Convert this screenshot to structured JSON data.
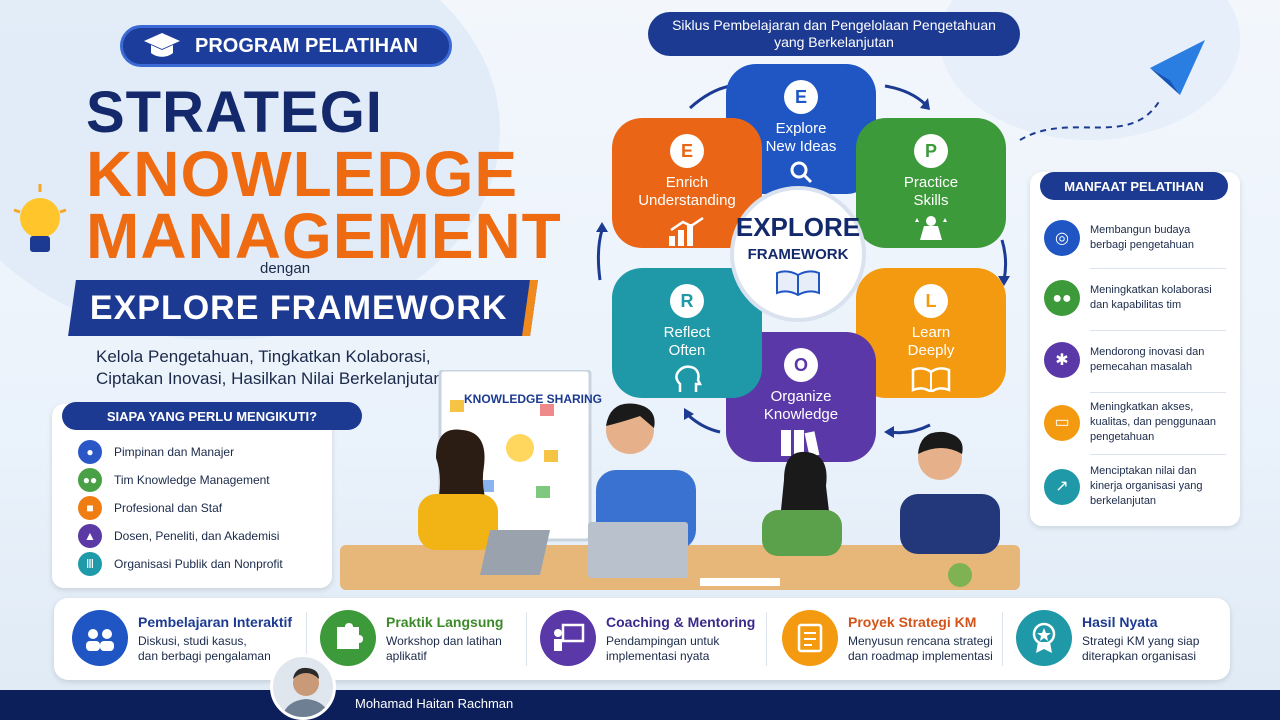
{
  "header": {
    "program_label": "PROGRAM PELATIHAN",
    "title_line1": "STRATEGI",
    "title_line2": "KNOWLEDGE",
    "title_line3": "MANAGEMENT",
    "connector": "dengan",
    "banner": "EXPLORE FRAMEWORK",
    "subtitle_line1": "Kelola Pengetahuan, Tingkatkan Kolaborasi,",
    "subtitle_line2": "Ciptakan Inovasi, Hasilkan Nilai Berkelanjutan"
  },
  "audience": {
    "heading": "SIAPA YANG PERLU MENGIKUTI?",
    "items": [
      {
        "label": "Pimpinan dan Manajer",
        "icon": "person-icon",
        "color": "#2a56c6"
      },
      {
        "label": "Tim Knowledge Management",
        "icon": "team-icon",
        "color": "#4aa046"
      },
      {
        "label": "Profesional dan Staf",
        "icon": "briefcase-icon",
        "color": "#ef7d12"
      },
      {
        "label": "Dosen, Peneliti, dan Akademisi",
        "icon": "graduation-icon",
        "color": "#5b3aa6"
      },
      {
        "label": "Organisasi Publik dan Nonprofit",
        "icon": "building-icon",
        "color": "#1f9aa8"
      }
    ]
  },
  "cycle": {
    "title_line1": "Siklus Pembelajaran dan Pengelolaan Pengetahuan",
    "title_line2": "yang Berkelanjutan",
    "center_title": "EXPLORE",
    "center_sub": "FRAMEWORK",
    "stages": [
      {
        "letter": "E",
        "line1": "Explore",
        "line2": "New Ideas",
        "color": "#1f56c4",
        "icon": "search-icon"
      },
      {
        "letter": "P",
        "line1": "Practice",
        "line2": "Skills",
        "color": "#3d9a3a",
        "icon": "achievement-icon"
      },
      {
        "letter": "L",
        "line1": "Learn",
        "line2": "Deeply",
        "color": "#f39a10",
        "icon": "book-icon"
      },
      {
        "letter": "O",
        "line1": "Organize",
        "line2": "Knowledge",
        "color": "#5a38a8",
        "icon": "binders-icon"
      },
      {
        "letter": "R",
        "line1": "Reflect",
        "line2": "Often",
        "color": "#1f98a8",
        "icon": "mind-icon"
      },
      {
        "letter": "E",
        "line1": "Enrich",
        "line2": "Understanding",
        "color": "#ea6616",
        "icon": "growth-chart-icon"
      }
    ]
  },
  "scene": {
    "board_title": "KNOWLEDGE SHARING"
  },
  "benefits": {
    "heading": "MANFAAT PELATIHAN",
    "items": [
      {
        "line1": "Membangun budaya",
        "line2": "berbagi pengetahuan",
        "line3": "",
        "color": "#1f56c4",
        "icon": "target-icon"
      },
      {
        "line1": "Meningkatkan kolaborasi",
        "line2": "dan kapabilitas tim",
        "line3": "",
        "color": "#3d9a3a",
        "icon": "team-icon"
      },
      {
        "line1": "Mendorong inovasi dan",
        "line2": "pemecahan masalah",
        "line3": "",
        "color": "#5a38a8",
        "icon": "lightbulb-icon"
      },
      {
        "line1": "Meningkatkan akses,",
        "line2": "kualitas, dan penggunaan",
        "line3": "pengetahuan",
        "color": "#f39a10",
        "icon": "monitor-icon"
      },
      {
        "line1": "Menciptakan nilai dan",
        "line2": "kinerja organisasi yang",
        "line3": "berkelanjutan",
        "color": "#1f98a8",
        "icon": "growth-chart-icon"
      }
    ]
  },
  "features": [
    {
      "title": "Pembelajaran Interaktif",
      "line1": "Diskusi, studi kasus,",
      "line2": "dan berbagi pengalaman",
      "color": "#1f56c4",
      "title_color": "#1c3a91",
      "icon": "discussion-icon"
    },
    {
      "title": "Praktik Langsung",
      "line1": "Workshop dan latihan",
      "line2": "aplikatif",
      "color": "#3d9a3a",
      "title_color": "#3d8a2a",
      "icon": "puzzle-icon"
    },
    {
      "title": "Coaching & Mentoring",
      "line1": "Pendampingan untuk",
      "line2": "implementasi nyata",
      "color": "#5a38a8",
      "title_color": "#3b2a8a",
      "icon": "presentation-icon"
    },
    {
      "title": "Proyek Strategi KM",
      "line1": "Menyusun rencana strategi",
      "line2": "dan roadmap implementasi",
      "color": "#f39a10",
      "title_color": "#d2541a",
      "icon": "checklist-icon"
    },
    {
      "title": "Hasil Nyata",
      "line1": "Strategi KM yang siap",
      "line2": "diterapkan organisasi",
      "color": "#1f98a8",
      "title_color": "#1c3a91",
      "icon": "award-icon"
    }
  ],
  "footer": {
    "presenter": "Mohamad Haitan Rachman"
  }
}
